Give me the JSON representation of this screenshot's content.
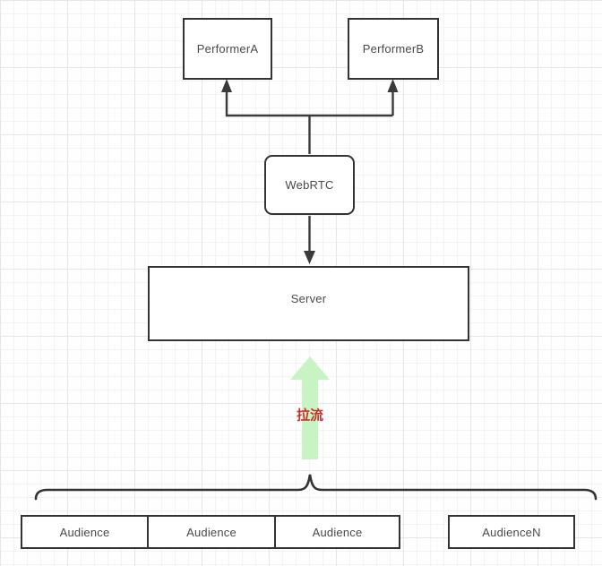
{
  "diagram": {
    "nodes": {
      "performer_a": {
        "label": "PerformerA"
      },
      "performer_b": {
        "label": "PerformerB"
      },
      "webrtc": {
        "label": "WebRTC"
      },
      "server": {
        "label": "Server"
      },
      "audience_1": {
        "label": "Audience"
      },
      "audience_2": {
        "label": "Audience"
      },
      "audience_3": {
        "label": "Audience"
      },
      "audience_n": {
        "label": "AudienceN"
      }
    },
    "annotations": {
      "pull_stream": {
        "label": "拉流"
      }
    },
    "edges": [
      {
        "from": "webrtc",
        "to": "performer_a",
        "style": "arrow-up"
      },
      {
        "from": "webrtc",
        "to": "performer_b",
        "style": "arrow-up"
      },
      {
        "from": "webrtc",
        "to": "server",
        "style": "arrow-down"
      },
      {
        "from": "audience-group",
        "to": "server",
        "style": "thick-green-arrow-up",
        "label": "拉流"
      }
    ],
    "colors": {
      "node_border": "#333333",
      "node_text": "#4a4a4a",
      "connector": "#3a3a3a",
      "pull_arrow_green": "#c8f3c3",
      "pull_label_red": "#c9302c",
      "brace": "#333333"
    }
  }
}
